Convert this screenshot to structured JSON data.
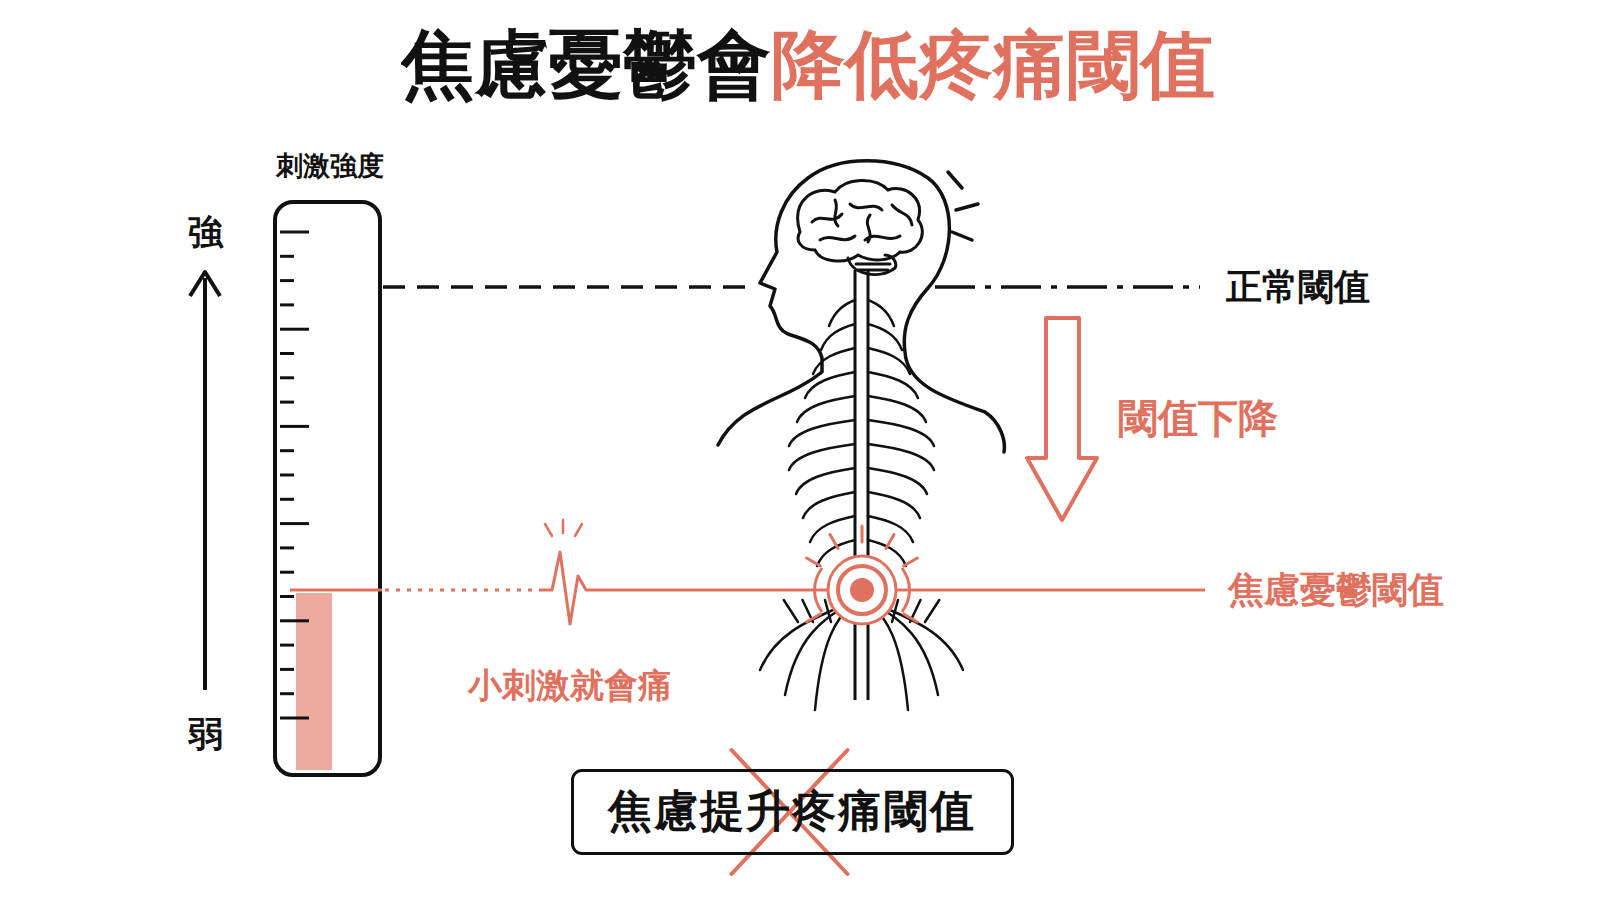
{
  "diagram": {
    "title": "焦慮憂鬱會降低疼痛閾值",
    "nodes": [
      {
        "text": [
          "焦慮提升疼痛閾值"
        ]
      }
    ],
    "labels": [
      "刺激強度",
      "強",
      "弱",
      "正常閾值",
      "閾值下降",
      "焦慮憂鬱閾值",
      "小刺激就會痛"
    ]
  }
}
